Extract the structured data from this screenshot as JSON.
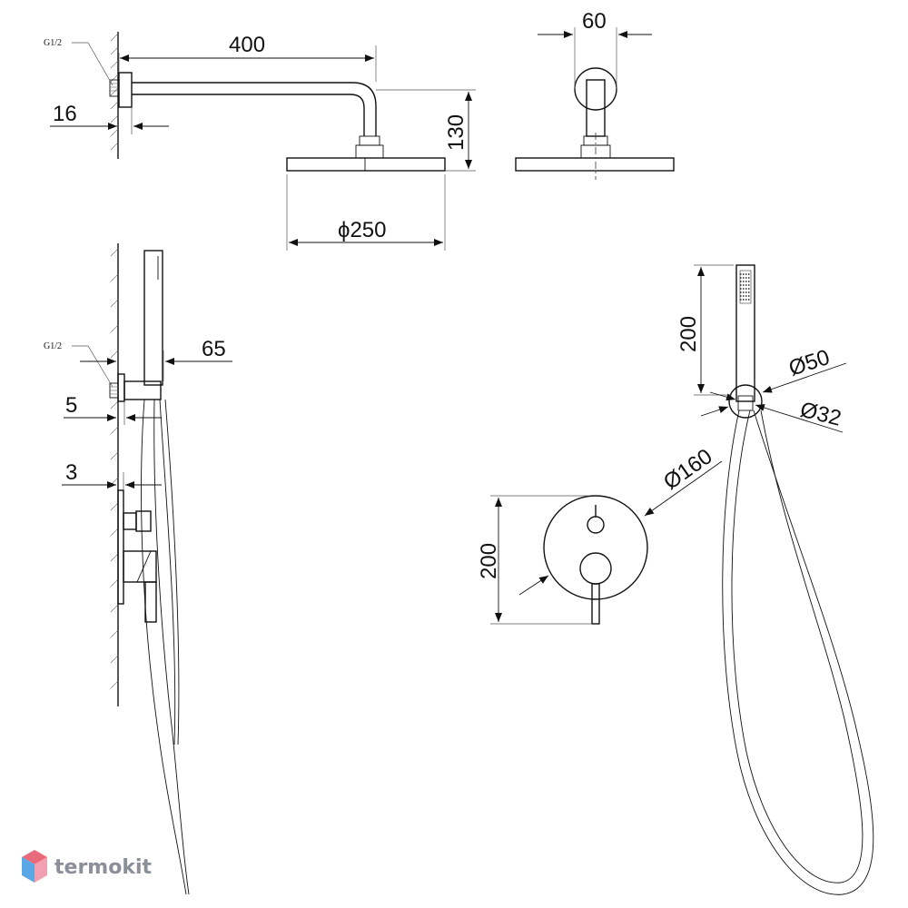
{
  "labels": {
    "thread_top": "G1/2",
    "thread_side": "G1/2",
    "arm_length": "400",
    "wall_flange": "16",
    "drop_height": "130",
    "head_diameter": "ϕ250",
    "arm_width": "60",
    "holder_depth": "65",
    "holder_flange": "5",
    "plate_thickness": "3",
    "hand_shower_length": "200",
    "holder_diameter": "Ø50",
    "outlet_diameter": "Ø32",
    "mixer_height": "200",
    "mixer_plate_diameter": "Ø160"
  },
  "brand": {
    "name": "termokit",
    "colors": {
      "top": "#e96a7a",
      "left": "#5aa7e6",
      "right": "#f0a0b0"
    }
  }
}
